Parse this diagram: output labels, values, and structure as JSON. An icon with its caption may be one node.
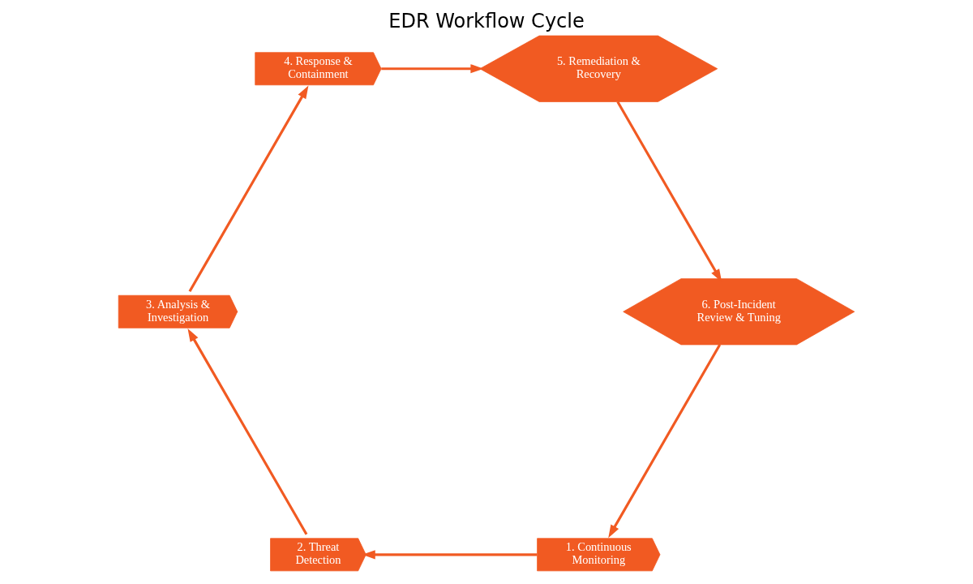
{
  "diagram": {
    "title": "EDR Workflow Cycle",
    "nodes": [
      {
        "text": [
          "1. Continuous Monitoring"
        ]
      },
      {
        "text": [
          "2. Threat Detection"
        ]
      },
      {
        "text": [
          "3. Analysis & Investigation"
        ]
      },
      {
        "text": [
          "4. Response & Containment"
        ]
      },
      {
        "text": [
          "5. Remediation & Recovery"
        ]
      },
      {
        "text": [
          "6. Post-Incident Review & Tuning"
        ]
      }
    ],
    "edges": [
      {
        "from": 0,
        "to": 1,
        "arrow": "to"
      },
      {
        "from": 1,
        "to": 2,
        "arrow": "to"
      },
      {
        "from": 2,
        "to": 3,
        "arrow": "to"
      },
      {
        "from": 3,
        "to": 4,
        "arrow": "to"
      },
      {
        "from": 4,
        "to": 5,
        "arrow": "to"
      },
      {
        "from": 5,
        "to": 0,
        "arrow": "to"
      }
    ]
  }
}
